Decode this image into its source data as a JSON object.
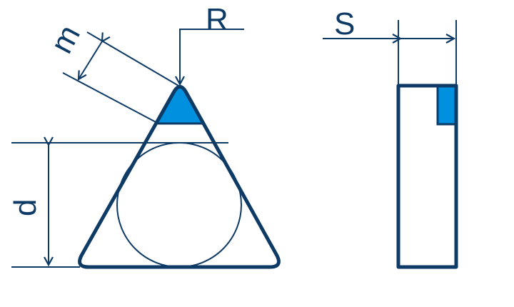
{
  "labels": {
    "radius": "R",
    "thickness": "S",
    "edge_length": "m",
    "inscribed_diameter": "d"
  },
  "colors": {
    "outline": "#0e3a66",
    "highlight": "#0090e0",
    "background": "#ffffff"
  }
}
